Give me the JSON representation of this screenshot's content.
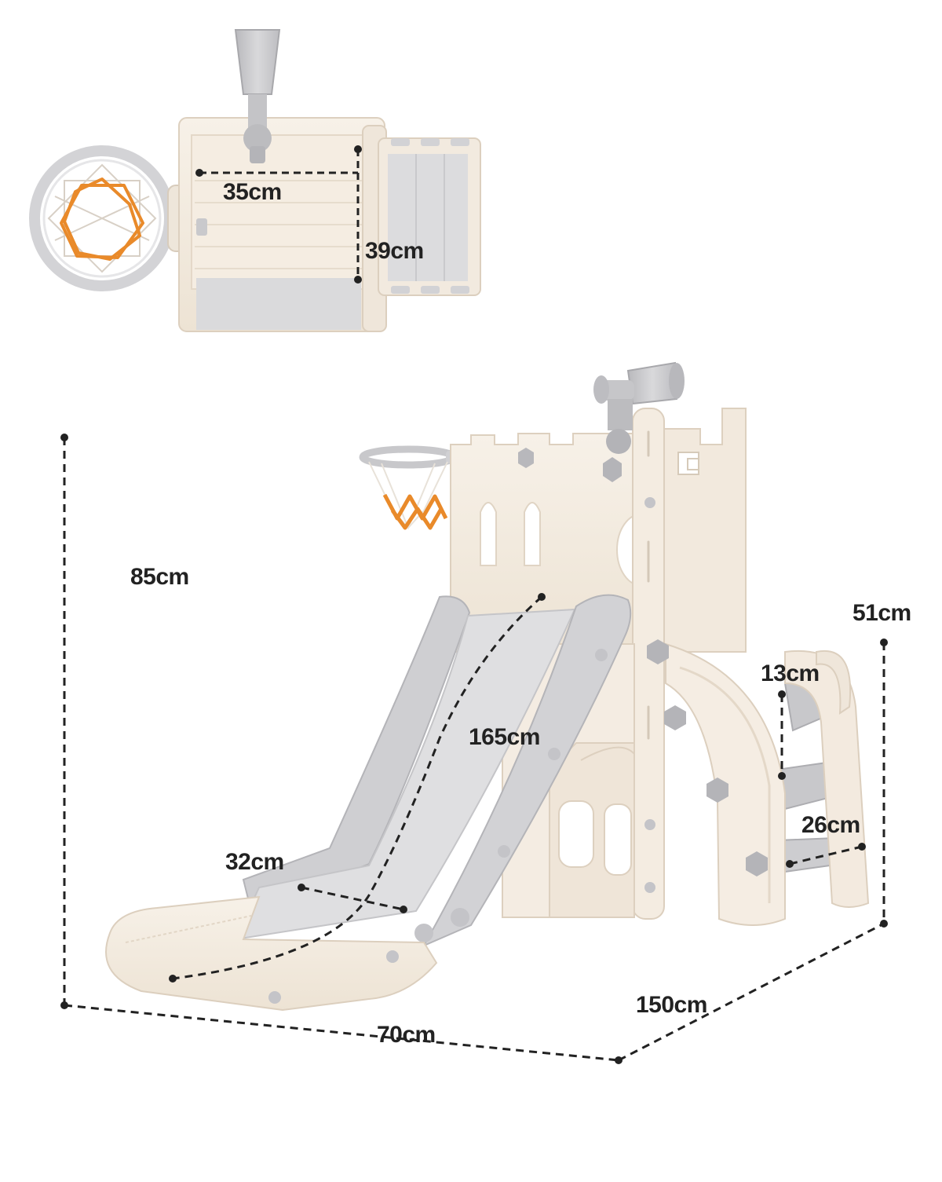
{
  "colors": {
    "cream": "#f3ebe0",
    "cream_dark": "#e2d6c6",
    "gray": "#c9c9cb",
    "gray_dark": "#a9a9ad",
    "slide_bed": "#dededf",
    "orange": "#e98a2a",
    "dimension_line": "#222222"
  },
  "top_view": {
    "width_label": "35cm",
    "depth_label": "39cm"
  },
  "dimensions": {
    "height": "85cm",
    "slide_length": "165cm",
    "slide_width": "32cm",
    "platform_height": "51cm",
    "step_height": "13cm",
    "step_depth": "26cm",
    "overall_length": "150cm",
    "overall_width": "70cm"
  }
}
